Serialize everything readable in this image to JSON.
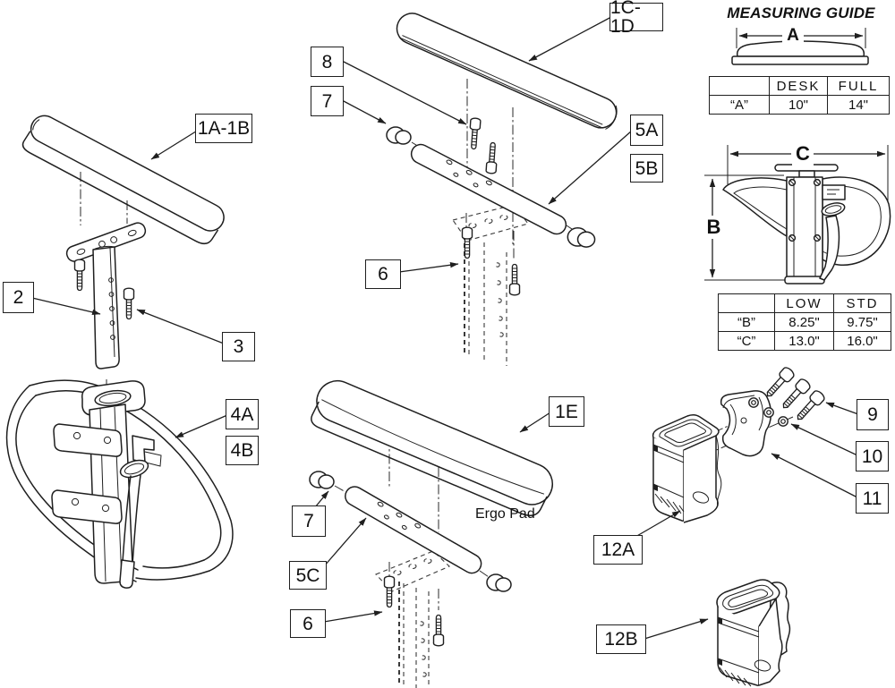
{
  "figure": {
    "type": "exploded-parts-diagram",
    "subject": "Height-adjustable wheelchair armrest assembly",
    "background_color": "#ffffff",
    "line_color": "#1f1f1f"
  },
  "callouts": [
    {
      "key": "pad-full-length",
      "label": "1A-1B"
    },
    {
      "key": "height-post",
      "label": "2"
    },
    {
      "key": "post-screw",
      "label": "3"
    },
    {
      "key": "side-frame-a",
      "label": "4A"
    },
    {
      "key": "side-frame-b",
      "label": "4B"
    },
    {
      "key": "pad-desk",
      "label": "1C-1D"
    },
    {
      "key": "pad-screws-upper",
      "label": "8"
    },
    {
      "key": "end-cap-upper",
      "label": "7"
    },
    {
      "key": "tube-a",
      "label": "5A"
    },
    {
      "key": "tube-b",
      "label": "5B"
    },
    {
      "key": "plate-screws-upper",
      "label": "6"
    },
    {
      "key": "pad-ergo",
      "label": "1E"
    },
    {
      "key": "end-cap-lower",
      "label": "7"
    },
    {
      "key": "tube-c",
      "label": "5C"
    },
    {
      "key": "plate-screws-lower",
      "label": "6"
    },
    {
      "key": "clamp-bolts",
      "label": "9"
    },
    {
      "key": "clamp-washers",
      "label": "10"
    },
    {
      "key": "clamp-saddle",
      "label": "11"
    },
    {
      "key": "receiver-a",
      "label": "12A"
    },
    {
      "key": "receiver-b",
      "label": "12B"
    }
  ],
  "annotations": {
    "ergo_pad": "Ergo Pad"
  },
  "measuring_guide": {
    "title": "MEASURING GUIDE",
    "dims": {
      "a": "A",
      "b": "B",
      "c": "C"
    },
    "table_a": {
      "col_headers": [
        "",
        "DESK",
        "FULL"
      ],
      "rows": [
        {
          "name": "“A”",
          "desk": "10\"",
          "full": "14\""
        }
      ]
    },
    "table_bc": {
      "col_headers": [
        "",
        "LOW",
        "STD"
      ],
      "rows": [
        {
          "name": "“B”",
          "low": "8.25\"",
          "std": "9.75\""
        },
        {
          "name": "“C”",
          "low": "13.0\"",
          "std": "16.0\""
        }
      ]
    }
  }
}
